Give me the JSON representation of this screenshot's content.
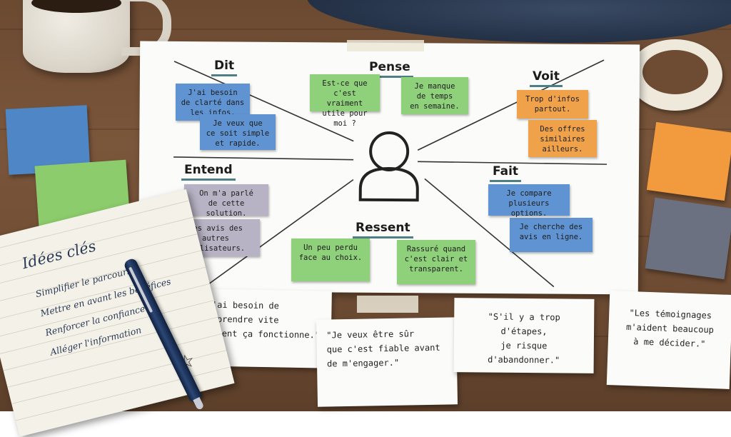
{
  "map": {
    "quadrants": {
      "dit": "Dit",
      "pense": "Pense",
      "voit": "Voit",
      "entend": "Entend",
      "fait": "Fait",
      "ressent": "Ressent"
    },
    "notes": {
      "dit_1": "J'ai besoin\nde clarté dans\nles infos.",
      "dit_2": "Je veux que\nce soit simple\net rapide.",
      "pense_1": "Est-ce que\nc'est vraiment\nutile pour moi ?",
      "pense_2": "Je manque\nde temps\nen semaine.",
      "voit_1": "Trop d'infos\npartout.",
      "voit_2": "Des offres\nsimilaires\nailleurs.",
      "entend_1": "On m'a parlé\nde cette solution.",
      "entend_2": "Les avis des\nautres utilisateurs.",
      "fait_1": "Je compare\nplusieurs options.",
      "fait_2": "Je cherche des\navis en ligne.",
      "ressent_1": "Un peu perdu\nface au choix.",
      "ressent_2": "Rassuré quand\nc'est clair et\ntransparent."
    }
  },
  "quotes": {
    "q1": "\"J'ai besoin de\nComprendre vite\ncomment ça fonctionne.\"",
    "q2": "\"Je veux être sûr\nque c'est fiable avant\nde m'engager.\"",
    "q3": "\"S'il y a trop d'étapes,\nje risque d'abandonner.\"",
    "q4": "\"Les témoignages\nm'aident beaucoup\nà me décider.\""
  },
  "notebook": {
    "title": "Idées clés",
    "items": [
      "Simplifier le parcours",
      "Mettre en avant les bénéfices",
      "Renforcer la confiance",
      "Alléger l'information"
    ]
  },
  "colors": {
    "note_blue": "#5f93d1",
    "note_green": "#8fd07b",
    "note_orange": "#f0a24b",
    "note_grey": "#b8b3c4",
    "underline": "#4e7f86"
  }
}
